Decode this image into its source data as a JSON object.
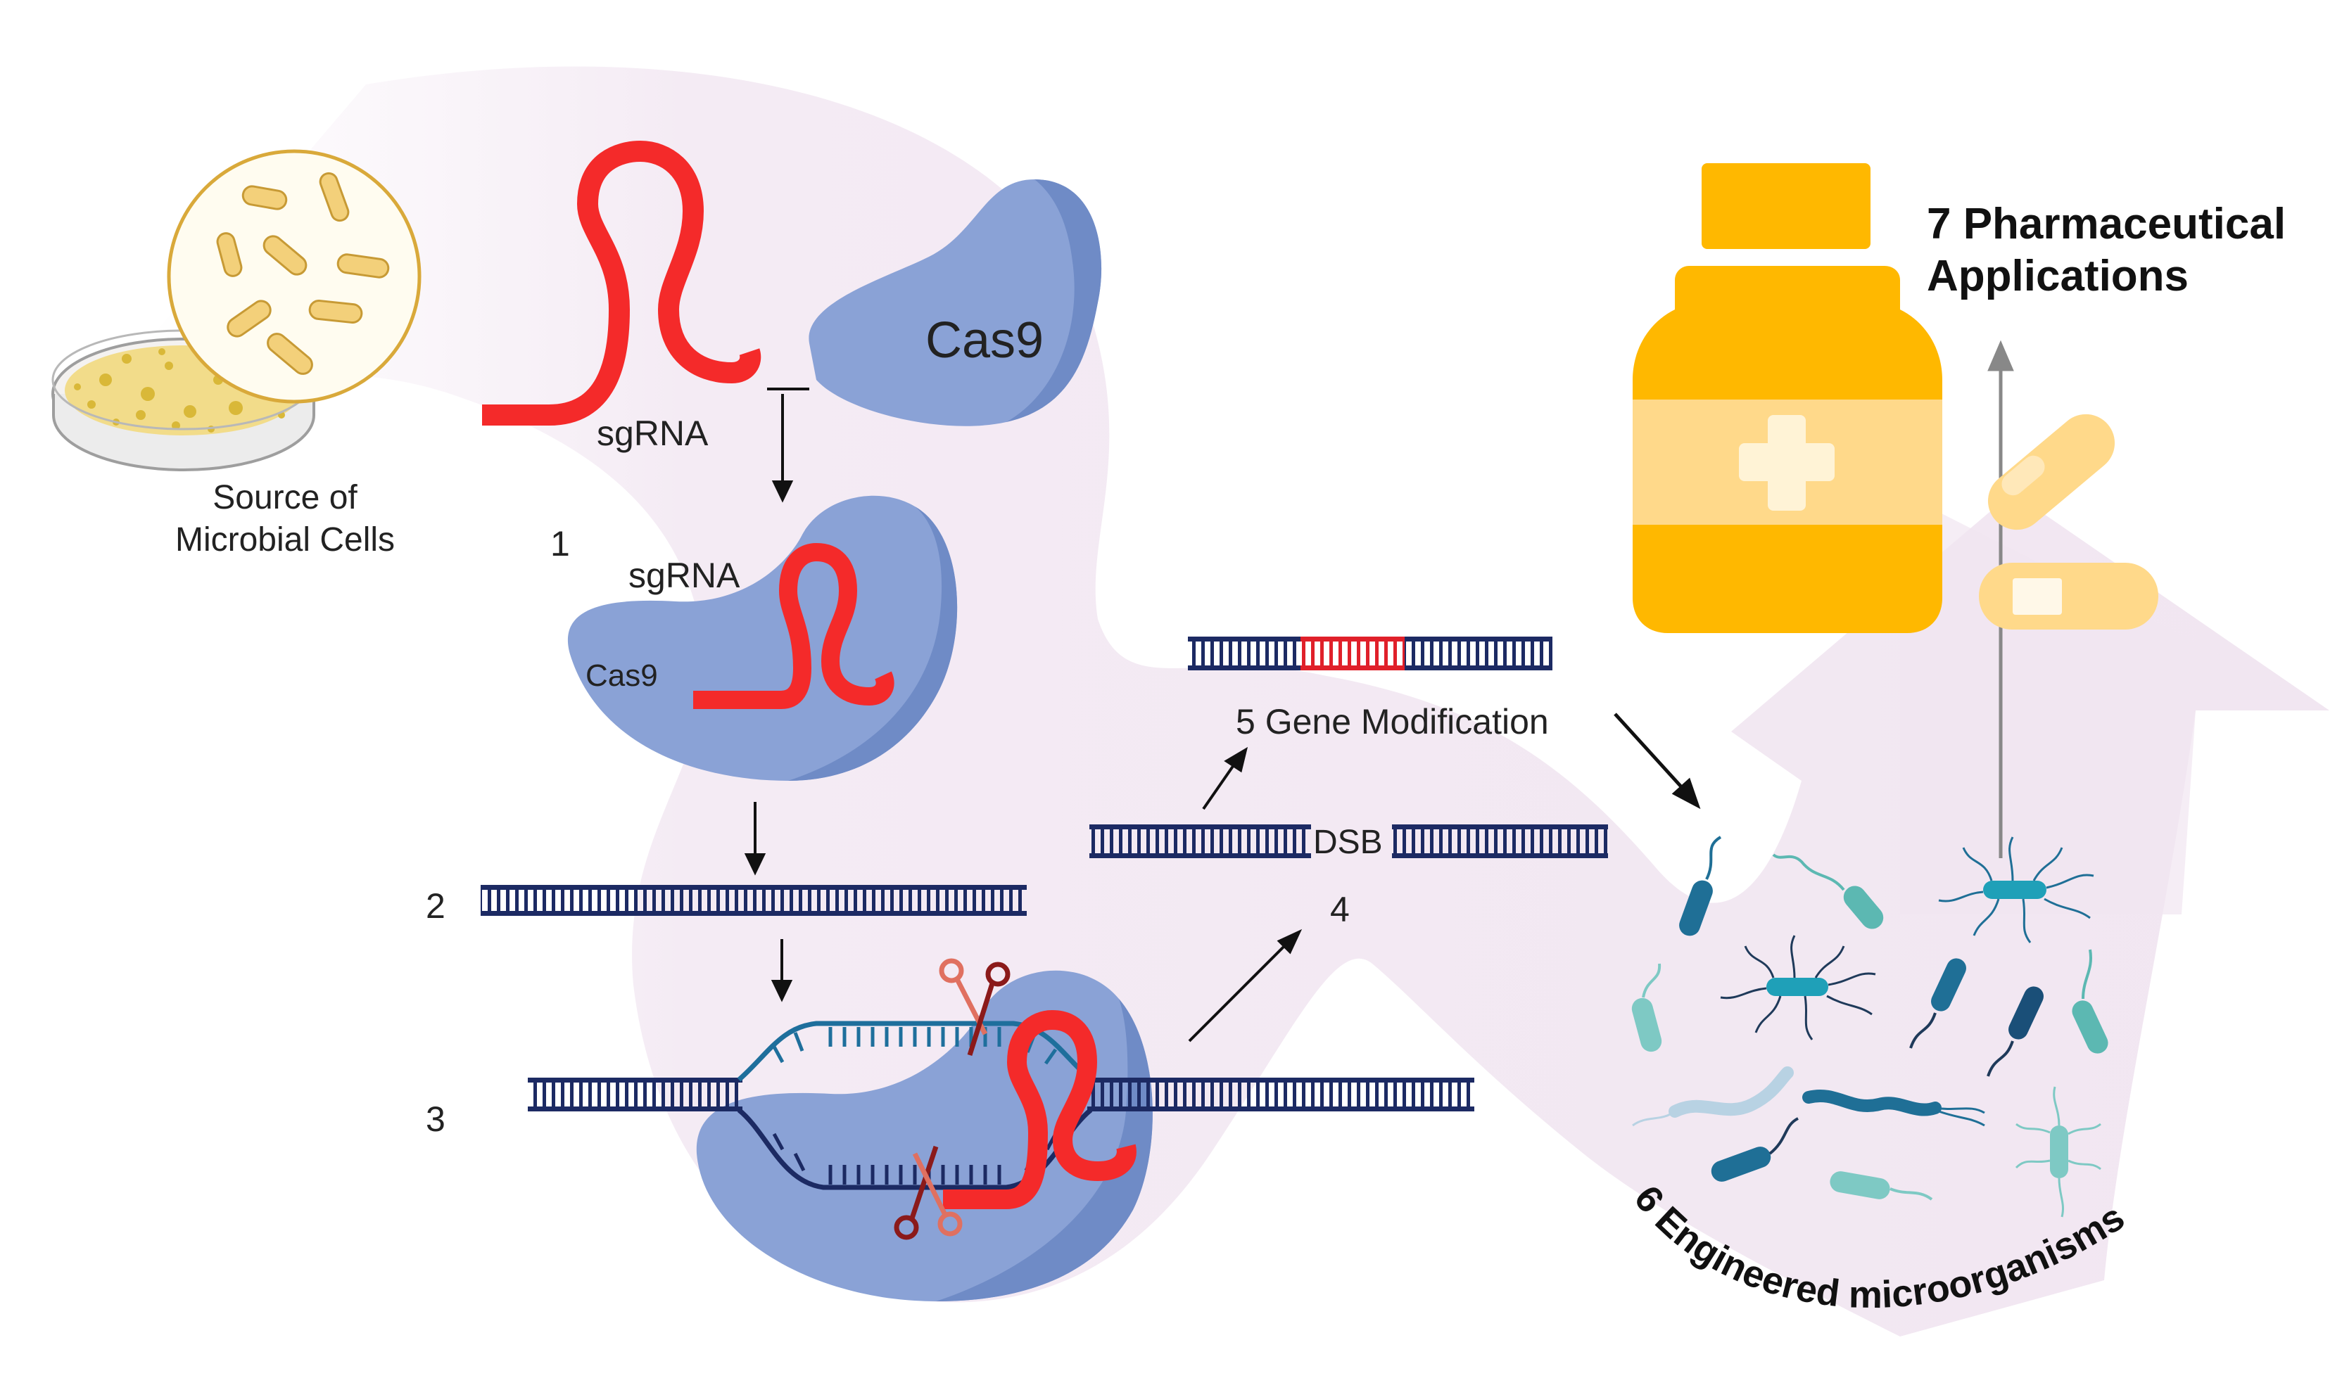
{
  "source": {
    "label_line1": "Source of",
    "label_line2": "Microbial Cells"
  },
  "step1": {
    "sgrna_label": "sgRNA",
    "cas9_label": "Cas9",
    "number": "1",
    "complex_sgrna_label": "sgRNA",
    "complex_cas9_label": "Cas9"
  },
  "step2": {
    "number": "2"
  },
  "step3": {
    "number": "3"
  },
  "step4": {
    "number": "4",
    "dsb_label": "DSB"
  },
  "step5": {
    "label": "5 Gene Modification"
  },
  "step6": {
    "label": "6 Engineered microorganisms"
  },
  "step7": {
    "label_line1": "7 Pharmaceutical",
    "label_line2": "Applications"
  },
  "colors": {
    "sgrna_red": "#f42a2a",
    "cas9_blue": "#8aa2d6",
    "dna_navy": "#1c2a63",
    "dna_teal": "#1e6f9c",
    "dna_red": "#e0202a",
    "background_pink": "#f2e8f3",
    "bottle_yellow": "#ffb800",
    "bottle_light": "#ffd98a",
    "microbe_teal": "#5cb8b2",
    "microbe_blue": "#1f6f96"
  },
  "icons": [
    "petri-dish-icon",
    "bacteria-icon",
    "scissors-icon",
    "medicine-bottle-icon",
    "pill-capsule-icon",
    "arrow-icon"
  ]
}
